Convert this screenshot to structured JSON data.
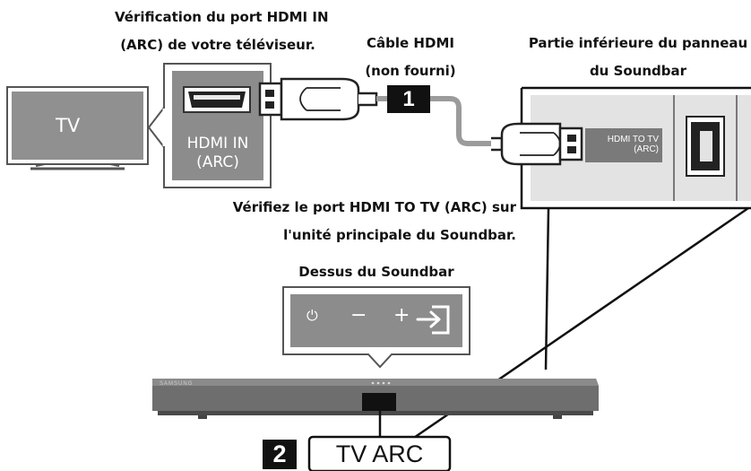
{
  "labels": {
    "tv_port_check_line1": "Vérification du port HDMI IN",
    "tv_port_check_line2": "(ARC) de votre téléviseur.",
    "cable_line1": "Câble HDMI",
    "cable_line2": "(non fourni)",
    "soundbar_bottom_line1": "Partie inférieure du panneau",
    "soundbar_bottom_line2": "du Soundbar",
    "verify_port_line1": "Vérifiez le port HDMI TO TV (ARC) sur",
    "verify_port_line2": "l'unité principale du Soundbar.",
    "soundbar_top": "Dessus du Soundbar"
  },
  "tv": {
    "label": "TV"
  },
  "tv_port": {
    "line1": "HDMI IN",
    "line2": "(ARC)"
  },
  "soundbar_port": {
    "line1": "HDMI TO TV",
    "line2": "(ARC)"
  },
  "controls": {
    "power": "⏻",
    "minus": "−",
    "plus": "+"
  },
  "brand": "SAMSUNG",
  "steps": {
    "step1": "1",
    "step2": "2"
  },
  "display_text": "TV ARC",
  "icons": [
    "tv-icon",
    "hdmi-port-icon",
    "hdmi-cable-icon",
    "power-icon",
    "minus-icon",
    "plus-icon",
    "source-input-icon"
  ],
  "colors": {
    "panel": "#8c8c8c",
    "panel_light": "#e3e3e3",
    "soundbar": "#6e6e6e",
    "cable": "#9b9b9b",
    "badge": "#111111"
  }
}
